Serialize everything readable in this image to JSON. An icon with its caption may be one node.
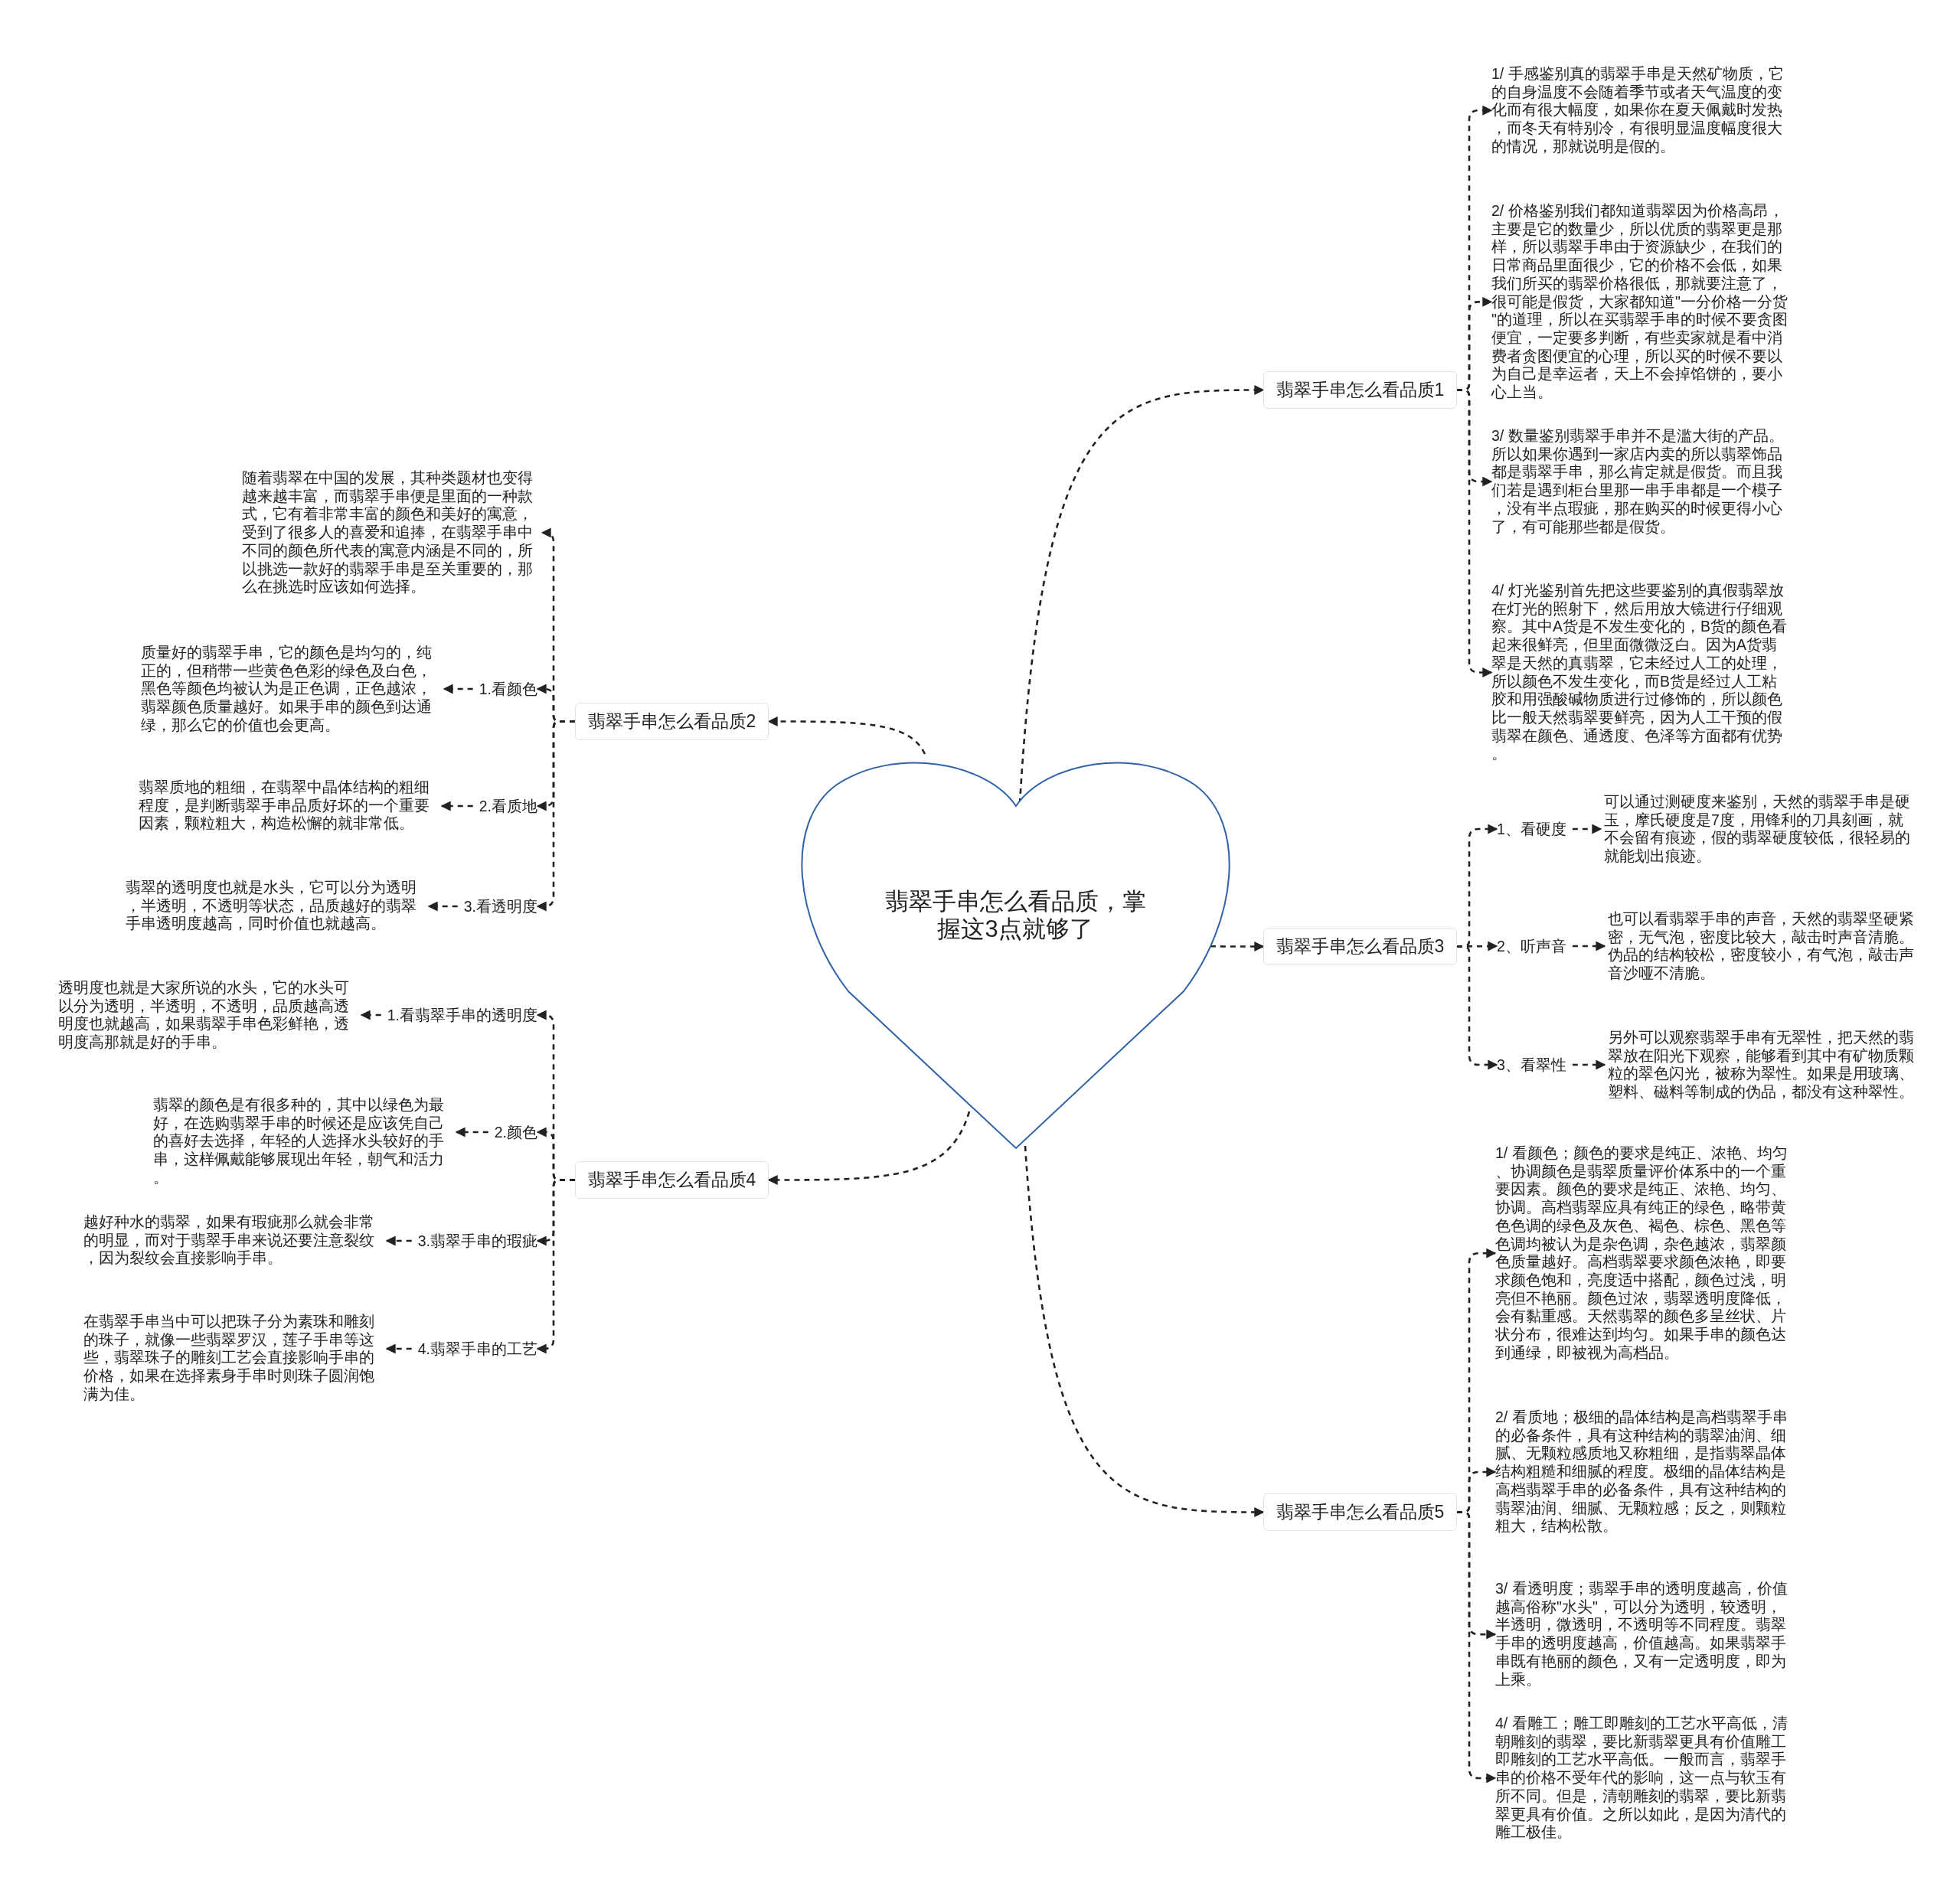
{
  "diagram": {
    "nodes": [
      {
        "text": [
          "翡翠手串怎么看品质，掌握这3点就够了"
        ]
      },
      {
        "text": [
          "翡翠手串怎么看品质1"
        ]
      },
      {
        "text": [
          "1/ 手感鉴别真的翡翠手串是天然矿物质，它的自身温度不会随着季节或者天气温度的变化而有很大幅度，如果你在夏天佩戴时发热，而冬天有特别冷，有很明显温度幅度很大的情况，那就说明是假的。"
        ]
      },
      {
        "text": [
          "2/ 价格鉴别我们都知道翡翠因为价格高昂，主要是它的数量少，所以优质的翡翠更是那样，所以翡翠手串由于资源缺少，在我们的日常商品里面很少，它的价格不会低，如果我们所买的翡翠价格很低，那就要注意了，很可能是假货，大家都知道\"一分价格一分货\"的道理，所以在买翡翠手串的时候不要贪图便宜，一定要多判断，有些卖家就是看中消费者贪图便宜的心理，所以买的时候不要以为自己是幸运者，天上不会掉馅饼的，要小心上当。"
        ]
      },
      {
        "text": [
          "3/ 数量鉴别翡翠手串并不是滥大街的产品。所以如果你遇到一家店内卖的所以翡翠饰品都是翡翠手串，那么肯定就是假货。而且我们若是遇到柜台里那一串手串都是一个模子，没有半点瑕疵，那在购买的时候更得小心了，有可能那些都是假货。"
        ]
      },
      {
        "text": [
          "4/ 灯光鉴别首先把这些要鉴别的真假翡翠放在灯光的照射下，然后用放大镜进行仔细观察。其中A货是不发生变化的，B货的颜色看起来很鲜亮，但里面微微泛白。因为A货翡翠是天然的真翡翠，它未经过人工的处理，所以颜色不发生变化，而B货是经过人工粘胶和用强酸碱物质进行过修饰的，所以颜色比一般天然翡翠要鲜亮，因为人工干预的假翡翠在颜色、通透度、色泽等方面都有优势。"
        ]
      },
      {
        "text": [
          "翡翠手串怎么看品质2"
        ]
      },
      {
        "text": [
          "随着翡翠在中国的发展，其种类题材也变得越来越丰富，而翡翠手串便是里面的一种款式，它有着非常丰富的颜色和美好的寓意，受到了很多人的喜爱和追捧，在翡翠手串中不同的颜色所代表的寓意内涵是不同的，所以挑选一款好的翡翠手串是至关重要的，那么在挑选时应该如何选择。"
        ]
      },
      {
        "text": [
          "1.看颜色"
        ]
      },
      {
        "text": [
          "质量好的翡翠手串，它的颜色是均匀的，纯正的，但稍带一些黄色色彩的绿色及白色，黑色等颜色均被认为是正色调，正色越浓，翡翠颜色质量越好。如果手串的颜色到达通绿，那么它的价值也会更高。"
        ]
      },
      {
        "text": [
          "2.看质地"
        ]
      },
      {
        "text": [
          "翡翠质地的粗细，在翡翠中晶体结构的粗细程度，是判断翡翠手串品质好坏的一个重要因素，颗粒粗大，构造松懈的就非常低。"
        ]
      },
      {
        "text": [
          "3.看透明度"
        ]
      },
      {
        "text": [
          "翡翠的透明度也就是水头，它可以分为透明，半透明，不透明等状态，品质越好的翡翠手串透明度越高，同时价值也就越高。"
        ]
      },
      {
        "text": [
          "翡翠手串怎么看品质3"
        ]
      },
      {
        "text": [
          "1、看硬度"
        ]
      },
      {
        "text": [
          "可以通过测硬度来鉴别，天然的翡翠手串是硬玉，摩氏硬度是7度，用锋利的刀具刻画，就不会留有痕迹，假的翡翠硬度较低，很轻易的就能划出痕迹。"
        ]
      },
      {
        "text": [
          "2、听声音"
        ]
      },
      {
        "text": [
          "也可以看翡翠手串的声音，天然的翡翠坚硬紧密，无气泡，密度比较大，敲击时声音清脆。伪品的结构较松，密度较小，有气泡，敲击声音沙哑不清脆。"
        ]
      },
      {
        "text": [
          "3、看翠性"
        ]
      },
      {
        "text": [
          "另外可以观察翡翠手串有无翠性，把天然的翡翠放在阳光下观察，能够看到其中有矿物质颗粒的翠色闪光，被称为翠性。如果是用玻璃、塑料、磁料等制成的伪品，都没有这种翠性。"
        ]
      },
      {
        "text": [
          "翡翠手串怎么看品质4"
        ]
      },
      {
        "text": [
          "1.看翡翠手串的透明度"
        ]
      },
      {
        "text": [
          "透明度也就是大家所说的水头，它的水头可以分为透明，半透明，不透明，品质越高透明度也就越高，如果翡翠手串色彩鲜艳，透明度高那就是好的手串。"
        ]
      },
      {
        "text": [
          "2.颜色"
        ]
      },
      {
        "text": [
          "翡翠的颜色是有很多种的，其中以绿色为最好，在选购翡翠手串的时候还是应该凭自己的喜好去选择，年轻的人选择水头较好的手串，这样佩戴能够展现出年轻，朝气和活力。"
        ]
      },
      {
        "text": [
          "3.翡翠手串的瑕疵"
        ]
      },
      {
        "text": [
          "越好种水的翡翠，如果有瑕疵那么就会非常的明显，而对于翡翠手串来说还要注意裂纹，因为裂纹会直接影响手串。"
        ]
      },
      {
        "text": [
          "4.翡翠手串的工艺"
        ]
      },
      {
        "text": [
          "在翡翠手串当中可以把珠子分为素珠和雕刻的珠子，就像一些翡翠罗汉，莲子手串等这些，翡翠珠子的雕刻工艺会直接影响手串的价格，如果在选择素身手串时则珠子圆润饱满为佳。"
        ]
      },
      {
        "text": [
          "翡翠手串怎么看品质5"
        ]
      },
      {
        "text": [
          "1/ 看颜色；颜色的要求是纯正、浓艳、均匀、协调颜色是翡翠质量评价体系中的一个重要因素。颜色的要求是纯正、浓艳、均匀、协调。高档翡翠应具有纯正的绿色，略带黄色色调的绿色及灰色、褐色、棕色、黑色等色调均被认为是杂色调，杂色越浓，翡翠颜色质量越好。高档翡翠要求颜色浓艳，即要求颜色饱和，亮度适中搭配，颜色过浅，明亮但不艳丽。颜色过浓，翡翠透明度降低，会有黏重感。天然翡翠的颜色多呈丝状、片状分布，很难达到均匀。如果手串的颜色达到通绿，即被视为高档品。"
        ]
      },
      {
        "text": [
          "2/ 看质地；极细的晶体结构是高档翡翠手串的必备条件，具有这种结构的翡翠油润、细腻、无颗粒感质地又称粗细，是指翡翠晶体结构粗糙和细腻的程度。极细的晶体结构是高档翡翠手串的必备条件，具有这种结构的翡翠油润、细腻、无颗粒感；反之，则颗粒粗大，结构松散。"
        ]
      },
      {
        "text": [
          "3/ 看透明度；翡翠手串的透明度越高，价值越高俗称\"水头\"，可以分为透明，较透明，半透明，微透明，不透明等不同程度。翡翠手串的透明度越高，价值越高。如果翡翠手串既有艳丽的颜色，又有一定透明度，即为上乘。"
        ]
      },
      {
        "text": [
          "4/ 看雕工；雕工即雕刻的工艺水平高低，清朝雕刻的翡翠，要比新翡翠更具有价值雕工即雕刻的工艺水平高低。一般而言，翡翠手串的价格不受年代的影响，这一点与软玉有所不同。但是，清朝雕刻的翡翠，要比新翡翠更具有价值。之所以如此，是因为清代的雕工极佳。"
        ]
      }
    ],
    "edges": [
      {
        "from": 0,
        "to": 1,
        "arrow": "to"
      },
      {
        "from": 1,
        "to": 2,
        "arrow": "to"
      },
      {
        "from": 1,
        "to": 3,
        "arrow": "to"
      },
      {
        "from": 1,
        "to": 4,
        "arrow": "to"
      },
      {
        "from": 1,
        "to": 5,
        "arrow": "to"
      },
      {
        "from": 0,
        "to": 6,
        "arrow": "to"
      },
      {
        "from": 6,
        "to": 7,
        "arrow": "to"
      },
      {
        "from": 6,
        "to": 8,
        "arrow": "to"
      },
      {
        "from": 8,
        "to": 9,
        "arrow": "to"
      },
      {
        "from": 6,
        "to": 10,
        "arrow": "to"
      },
      {
        "from": 10,
        "to": 11,
        "arrow": "to"
      },
      {
        "from": 6,
        "to": 12,
        "arrow": "to"
      },
      {
        "from": 12,
        "to": 13,
        "arrow": "to"
      },
      {
        "from": 0,
        "to": 14,
        "arrow": "to"
      },
      {
        "from": 14,
        "to": 15,
        "arrow": "to"
      },
      {
        "from": 15,
        "to": 16,
        "arrow": "to"
      },
      {
        "from": 14,
        "to": 17,
        "arrow": "to"
      },
      {
        "from": 17,
        "to": 18,
        "arrow": "to"
      },
      {
        "from": 14,
        "to": 19,
        "arrow": "to"
      },
      {
        "from": 19,
        "to": 20,
        "arrow": "to"
      },
      {
        "from": 0,
        "to": 21,
        "arrow": "to"
      },
      {
        "from": 21,
        "to": 22,
        "arrow": "to"
      },
      {
        "from": 22,
        "to": 23,
        "arrow": "to"
      },
      {
        "from": 21,
        "to": 24,
        "arrow": "to"
      },
      {
        "from": 24,
        "to": 25,
        "arrow": "to"
      },
      {
        "from": 21,
        "to": 26,
        "arrow": "to"
      },
      {
        "from": 26,
        "to": 27,
        "arrow": "to"
      },
      {
        "from": 21,
        "to": 28,
        "arrow": "to"
      },
      {
        "from": 28,
        "to": 29,
        "arrow": "to"
      },
      {
        "from": 0,
        "to": 30,
        "arrow": "to"
      },
      {
        "from": 30,
        "to": 31,
        "arrow": "to"
      },
      {
        "from": 30,
        "to": 32,
        "arrow": "to"
      },
      {
        "from": 30,
        "to": 33,
        "arrow": "to"
      },
      {
        "from": 30,
        "to": 34,
        "arrow": "to"
      }
    ]
  }
}
